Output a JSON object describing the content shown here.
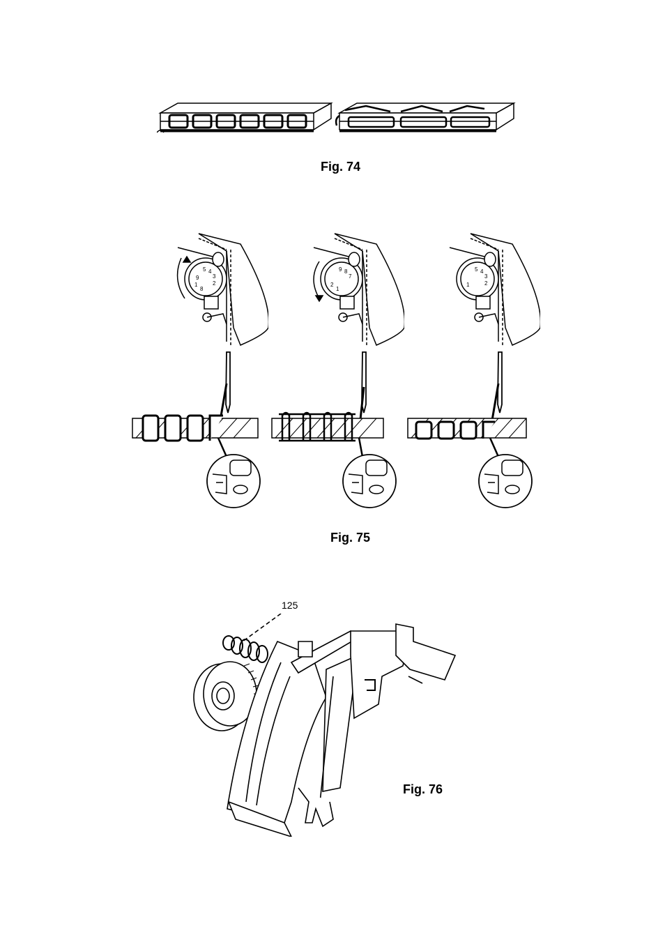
{
  "figures": {
    "fig74": {
      "caption": "Fig. 74"
    },
    "fig75": {
      "caption": "Fig. 75"
    },
    "fig76": {
      "caption": "Fig. 76",
      "callout": "125"
    }
  },
  "dial_numbers": {
    "panel1": [
      "5",
      "4",
      "3",
      "2",
      "1",
      "8",
      "9"
    ],
    "panel2": [
      "9",
      "8",
      "7",
      "2",
      "1"
    ],
    "panel3": [
      "5",
      "4",
      "3",
      "2",
      "1"
    ]
  }
}
